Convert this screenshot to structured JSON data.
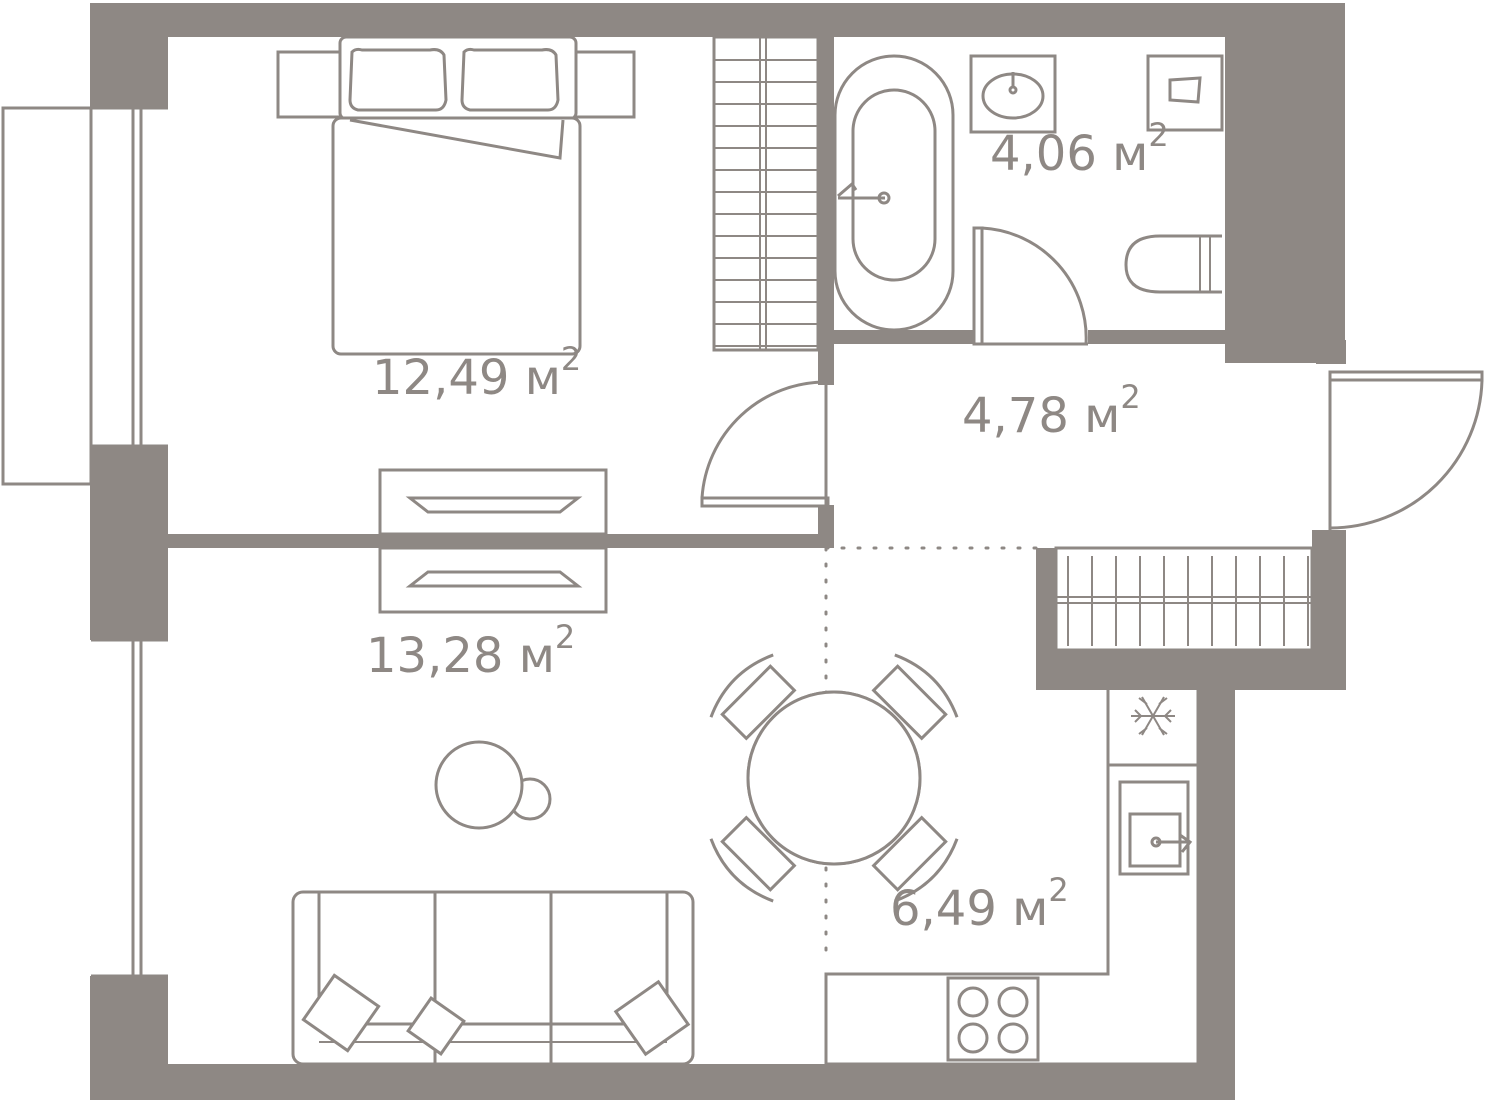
{
  "plan": {
    "rooms": [
      {
        "id": "bedroom",
        "value": "12,49",
        "unit": "м",
        "sup": "2"
      },
      {
        "id": "living",
        "value": "13,28",
        "unit": "м",
        "sup": "2"
      },
      {
        "id": "bathroom",
        "value": "4,06",
        "unit": "м",
        "sup": "2"
      },
      {
        "id": "hall",
        "value": "4,78",
        "unit": "м",
        "sup": "2"
      },
      {
        "id": "kitchen",
        "value": "6,49",
        "unit": "м",
        "sup": "2"
      }
    ],
    "icons": [
      "bed-icon",
      "wardrobe-icon",
      "bathtub-icon",
      "sink-icon",
      "towel-dryer-icon",
      "toilet-icon",
      "door-icon",
      "dining-table-icon",
      "chair-icon",
      "sofa-icon",
      "fridge-icon",
      "kitchen-sink-icon",
      "cooktop-icon",
      "snowflake-icon",
      "window-icon"
    ],
    "colors": {
      "wall": "#8e8884",
      "background": "#ffffff"
    }
  }
}
